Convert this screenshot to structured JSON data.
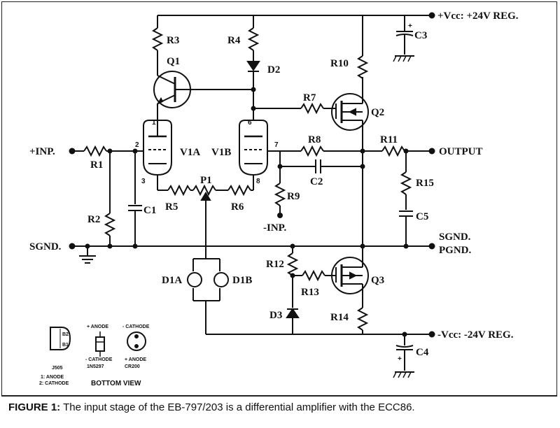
{
  "rails": {
    "vcc": "+Vcc: +24V REG.",
    "vee": "-Vcc: -24V REG.",
    "sgnd_left": "SGND.",
    "sgnd_right": "SGND.",
    "pgnd_right": "PGND."
  },
  "io": {
    "input_pos": "+INP.",
    "input_neg": "-INP.",
    "output": "OUTPUT"
  },
  "components": {
    "R1": "R1",
    "R2": "R2",
    "R3": "R3",
    "R4": "R4",
    "R5": "R5",
    "R6": "R6",
    "R7": "R7",
    "R8": "R8",
    "R9": "R9",
    "R10": "R10",
    "R11": "R11",
    "R12": "R12",
    "R13": "R13",
    "R14": "R14",
    "R15": "R15",
    "C1": "C1",
    "C2": "C2",
    "C3": "C3",
    "C4": "C4",
    "C5": "C5",
    "Q1": "Q1",
    "Q2": "Q2",
    "Q3": "Q3",
    "D1A": "D1A",
    "D1B": "D1B",
    "D2": "D2",
    "D3": "D3",
    "P1": "P1",
    "V1A": "V1A",
    "V1B": "V1B"
  },
  "pins": {
    "p1": "1",
    "p2": "2",
    "p3": "3",
    "p6": "6",
    "p7": "7",
    "p8": "8"
  },
  "legend": {
    "anode_plus": "+ ANODE",
    "cathode_minus": "- CATHODE",
    "cathode_minus2": "- CATHODE",
    "anode_plus2": "+ ANODE",
    "part_led": "1N5297",
    "part_cr": "CR200",
    "part_j": "J505",
    "pin1": "1: ANODE",
    "pin2": "2: CATHODE",
    "view": "BOTTOM VIEW"
  },
  "caption": {
    "lead": "FIGURE 1:",
    "text": " The input stage of the EB-797/203 is a differential amplifier with the ECC86."
  }
}
